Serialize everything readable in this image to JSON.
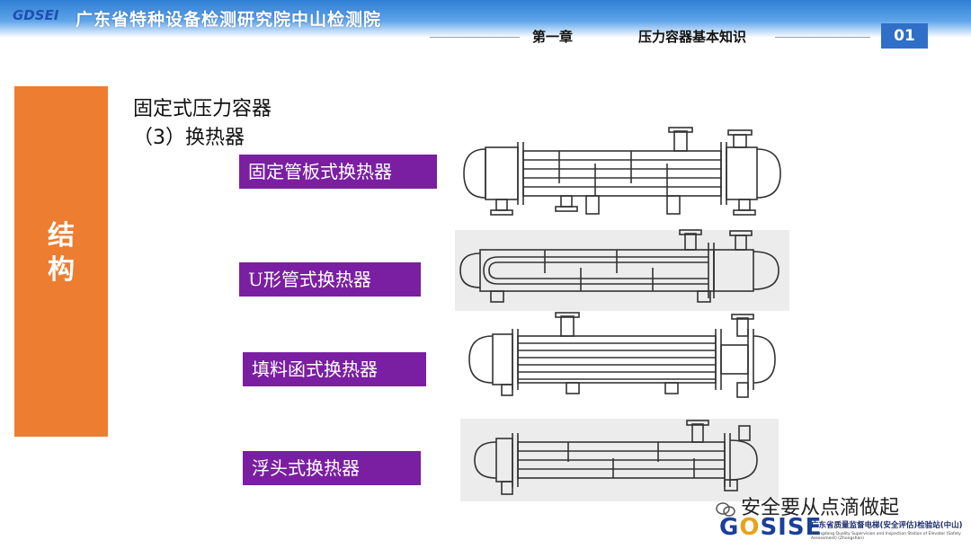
{
  "header": {
    "logo": "GDSEI",
    "org_name": "广东省特种设备检测研究院中山检测院",
    "chapter": "第一章",
    "section": "压力容器基本知识",
    "page_number": "01"
  },
  "sidebar": {
    "label_line1": "结",
    "label_line2": "构"
  },
  "content": {
    "title": "固定式压力容器",
    "subtitle": "（3）换热器",
    "labels": [
      "固定管板式换热器",
      "U形管式换热器",
      "填料函式换热器",
      "浮头式换热器"
    ]
  },
  "watermark": {
    "text": "安全要从点滴做起"
  },
  "footer": {
    "brand": "GOSISE",
    "station": "广东省质量监督电梯(安全评估)检验站(中山)",
    "station_en": "Guangdong Quality Supervision and Inspection Station of Elevator (Safety Assessment) (Zhongshan)"
  },
  "colors": {
    "header_blue": "#2f7fd3",
    "sidebar_orange": "#ed7d31",
    "label_purple": "#7a1fa2",
    "page_badge": "#2f6fc7"
  }
}
